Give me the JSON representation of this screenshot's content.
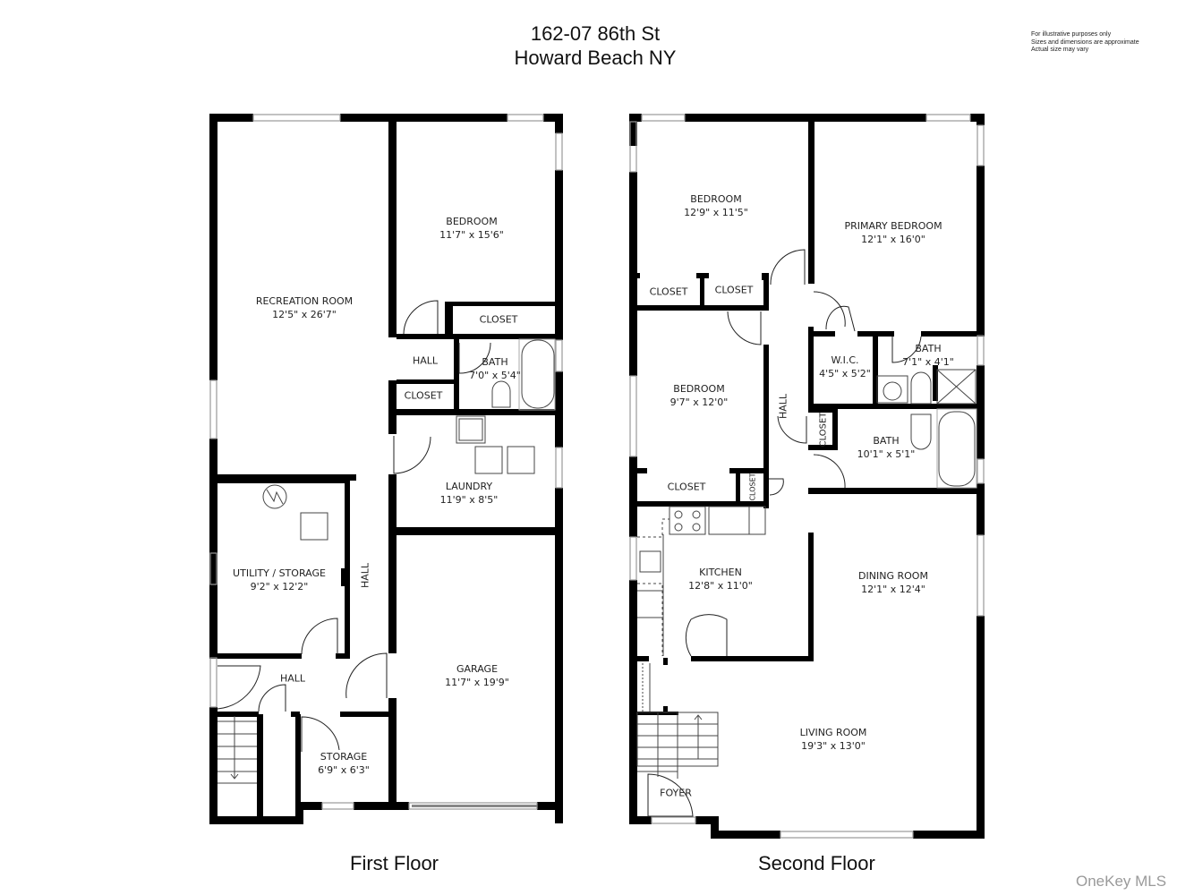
{
  "header": {
    "address_line1": "162-07 86th St",
    "address_line2": "Howard Beach NY"
  },
  "disclaimer": [
    "For illustrative purposes only",
    "Sizes and dimensions are approximate",
    "Actual size may vary"
  ],
  "floors": {
    "first": {
      "label": "First Floor",
      "rooms": [
        {
          "name": "RECREATION ROOM",
          "dim": "12'5\" x 26'7\""
        },
        {
          "name": "BEDROOM",
          "dim": "11'7\" x 15'6\""
        },
        {
          "name": "CLOSET",
          "dim": ""
        },
        {
          "name": "HALL",
          "dim": ""
        },
        {
          "name": "BATH",
          "dim": "7'0\" x 5'4\""
        },
        {
          "name": "CLOSET",
          "dim": ""
        },
        {
          "name": "LAUNDRY",
          "dim": "11'9\" x 8'5\""
        },
        {
          "name": "UTILITY / STORAGE",
          "dim": "9'2\" x 12'2\""
        },
        {
          "name": "HALL",
          "dim": ""
        },
        {
          "name": "HALL",
          "dim": ""
        },
        {
          "name": "STORAGE",
          "dim": "6'9\" x 6'3\""
        },
        {
          "name": "GARAGE",
          "dim": "11'7\" x 19'9\""
        }
      ]
    },
    "second": {
      "label": "Second Floor",
      "rooms": [
        {
          "name": "BEDROOM",
          "dim": "12'9\" x 11'5\""
        },
        {
          "name": "PRIMARY BEDROOM",
          "dim": "12'1\" x 16'0\""
        },
        {
          "name": "CLOSET",
          "dim": ""
        },
        {
          "name": "CLOSET",
          "dim": ""
        },
        {
          "name": "BEDROOM",
          "dim": "9'7\" x 12'0\""
        },
        {
          "name": "HALL",
          "dim": ""
        },
        {
          "name": "W.I.C.",
          "dim": "4'5\" x 5'2\""
        },
        {
          "name": "BATH",
          "dim": "7'1\" x 4'1\""
        },
        {
          "name": "CLOSET",
          "dim": ""
        },
        {
          "name": "BATH",
          "dim": "10'1\" x 5'1\""
        },
        {
          "name": "CLOSET",
          "dim": ""
        },
        {
          "name": "CLOSET",
          "dim": ""
        },
        {
          "name": "KITCHEN",
          "dim": "12'8\" x 11'0\""
        },
        {
          "name": "DINING ROOM",
          "dim": "12'1\" x 12'4\""
        },
        {
          "name": "LIVING ROOM",
          "dim": "19'3\" x 13'0\""
        },
        {
          "name": "FOYER",
          "dim": ""
        }
      ]
    }
  },
  "watermark": "OneKey MLS",
  "colors": {
    "wall": "#000000",
    "window": "#9a9a9a",
    "fixture": "#555555",
    "watermark": "#9a9a9a"
  }
}
